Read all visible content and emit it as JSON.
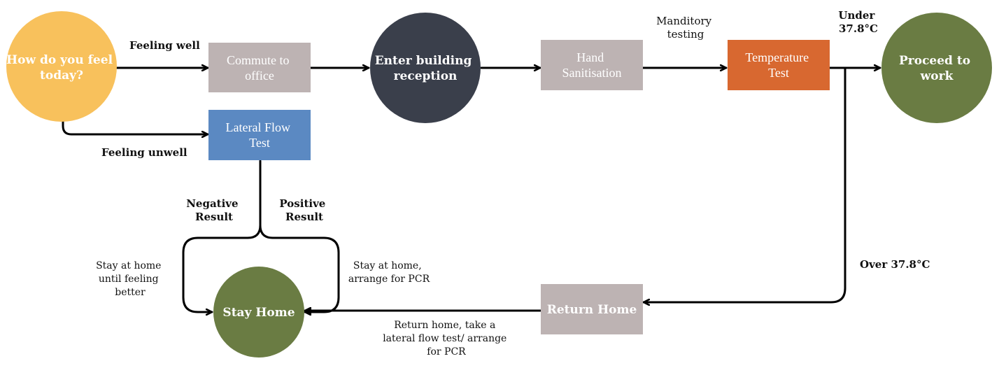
{
  "nodes": {
    "start": {
      "line1": "How do you feel",
      "line2": "today?",
      "color": "#F8C15C"
    },
    "commute": {
      "line1": "Commute to",
      "line2": "office",
      "color": "#BDB3B3"
    },
    "reception": {
      "line1": "Enter building",
      "line2": "reception",
      "color": "#3A3F4B"
    },
    "sanitisation": {
      "line1": "Hand",
      "line2": "Sanitisation",
      "color": "#BDB3B3"
    },
    "temperature": {
      "line1": "Temperature",
      "line2": "Test",
      "color": "#D86830"
    },
    "work": {
      "line1": "Proceed to",
      "line2": "work",
      "color": "#6A7C43"
    },
    "lateral": {
      "line1": "Lateral Flow",
      "line2": "Test",
      "color": "#5B89C2"
    },
    "stay_home": {
      "line1": "Stay Home",
      "color": "#6A7C43"
    },
    "return_home": {
      "line1": "Return Home",
      "color": "#BDB3B3"
    }
  },
  "labels": {
    "feeling_well": "Feeling well",
    "feeling_unwell": "Feeling unwell",
    "manditory": {
      "line1": "Manditory",
      "line2": "testing"
    },
    "under": {
      "line1": "Under",
      "line2": "37.8°C"
    },
    "over": "Over 37.8°C",
    "negative": {
      "line1": "Negative",
      "line2": "Result"
    },
    "positive": {
      "line1": "Positive",
      "line2": "Result"
    },
    "stay_until": {
      "line1": "Stay at home",
      "line2": "until feeling",
      "line3": "better"
    },
    "stay_pcr": {
      "line1": "Stay at home,",
      "line2": "arrange for PCR"
    },
    "return_take": {
      "line1": "Return home, take a",
      "line2": "lateral flow test/ arrange",
      "line3": "for PCR"
    }
  }
}
